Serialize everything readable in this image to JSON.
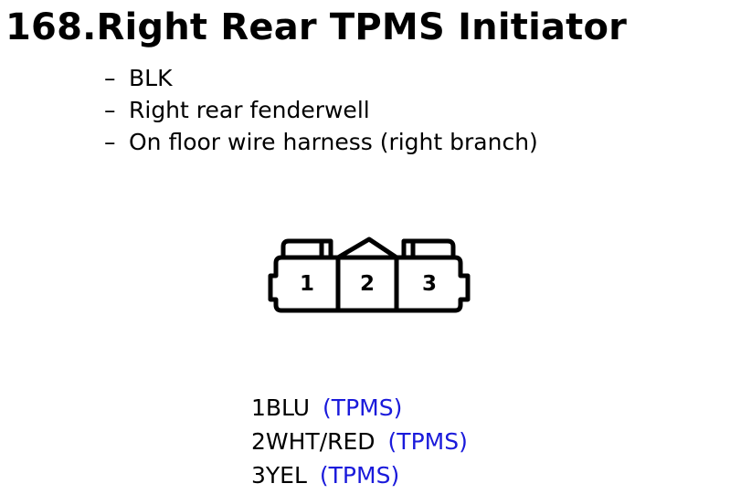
{
  "title": "168.Right Rear TPMS Initiator",
  "details": [
    {
      "dash": "–",
      "text": "BLK"
    },
    {
      "dash": "–",
      "text": "Right rear fenderwell"
    },
    {
      "dash": "–",
      "text": "On floor wire harness (right branch)"
    }
  ],
  "connector": {
    "pin_labels": [
      "1",
      "2",
      "3"
    ]
  },
  "pins": [
    {
      "number": "1",
      "wire": "BLU",
      "function": "(TPMS)"
    },
    {
      "number": "2",
      "wire": "WHT/RED",
      "function": "(TPMS)"
    },
    {
      "number": "3",
      "wire": "YEL",
      "function": "(TPMS)"
    }
  ],
  "colors": {
    "function_text": "#1a1adb",
    "text": "#000000"
  }
}
